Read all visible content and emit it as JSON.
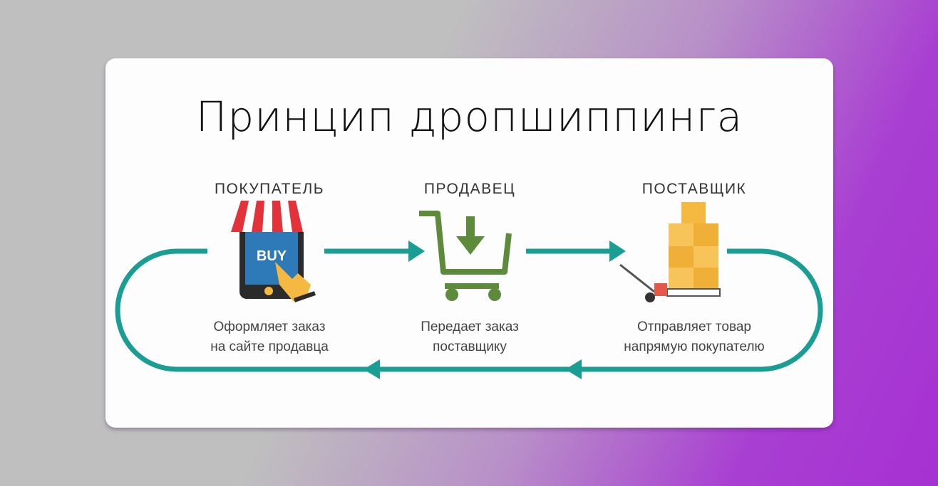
{
  "diagram": {
    "title": "Принцип дропшиппинга",
    "colors": {
      "flow": "#1a9e93",
      "awning_red": "#e2333a",
      "phone_screen": "#2e79b8",
      "cart_green": "#5e8a3c",
      "boxes": "#f5b942",
      "pallet_jack": "#e2584a"
    },
    "steps": [
      {
        "role": "ПОКУПАТЕЛЬ",
        "icon": "shop-phone-buy-icon",
        "icon_text": "BUY",
        "description_line1": "Оформляет заказ",
        "description_line2": "на сайте продавца"
      },
      {
        "role": "ПРОДАВЕЦ",
        "icon": "shopping-cart-download-icon",
        "description_line1": "Передает заказ",
        "description_line2": "поставщику"
      },
      {
        "role": "ПОСТАВЩИК",
        "icon": "boxes-pallet-jack-icon",
        "description_line1": "Отправляет товар",
        "description_line2": "напрямую покупателю"
      }
    ]
  }
}
